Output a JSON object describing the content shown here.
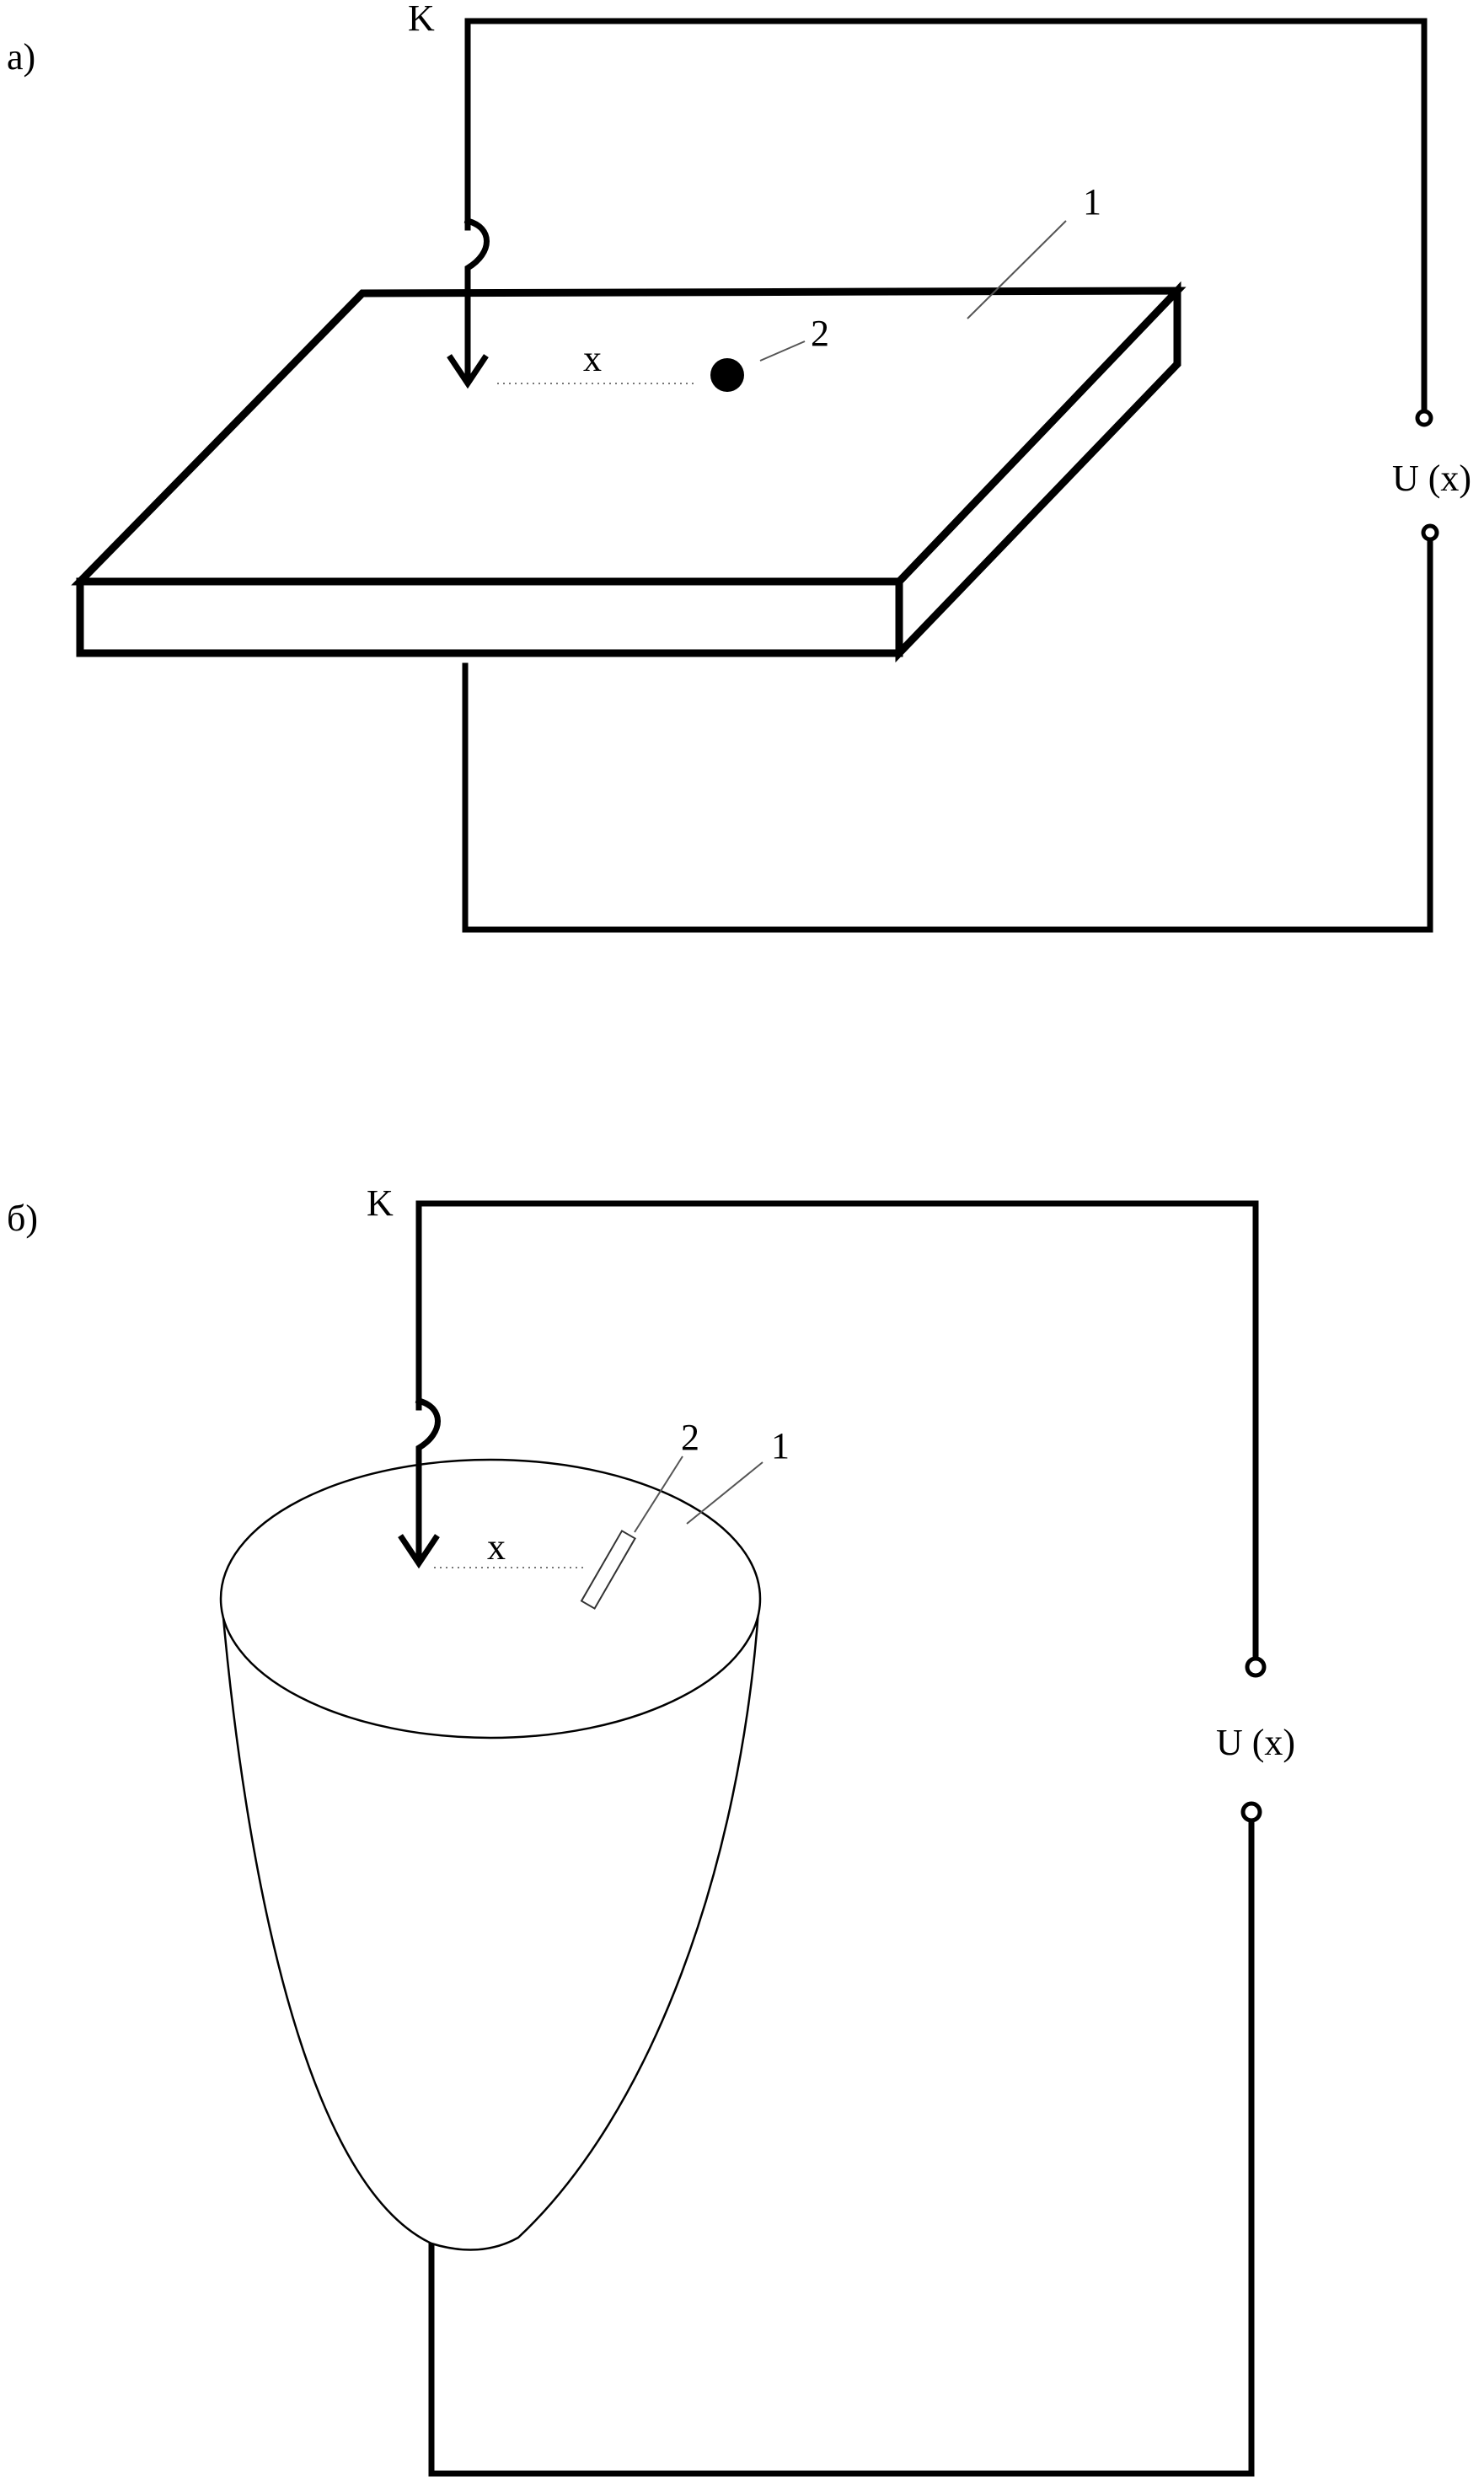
{
  "figure_a": {
    "panel_label": "а)",
    "probe_label": "K",
    "distance_label": "x",
    "body_label": "1",
    "element_label": "2",
    "voltage_label": "U (x)"
  },
  "figure_b": {
    "panel_label": "б)",
    "probe_label": "K",
    "distance_label": "x",
    "body_label": "1",
    "element_label": "2",
    "voltage_label": "U (x)"
  }
}
